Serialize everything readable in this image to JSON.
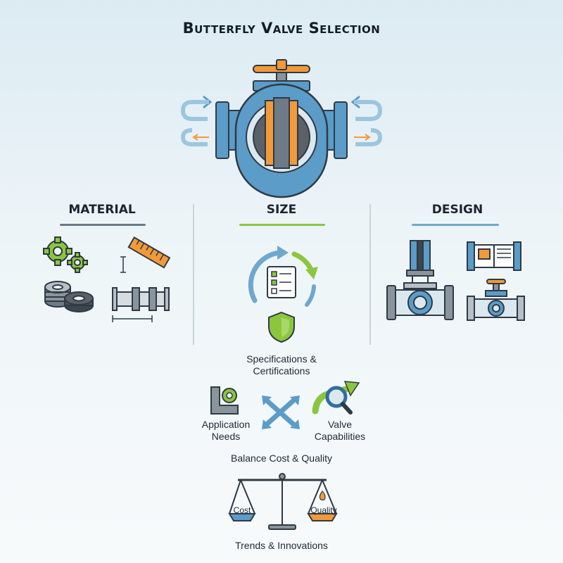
{
  "title": "Butterfly Valve Selection",
  "columns": {
    "material": {
      "label": "MATERIAL",
      "accent": "#6c7a86"
    },
    "size": {
      "label": "SIZE",
      "accent": "#8cc63f"
    },
    "design": {
      "label": "DESIGN",
      "accent": "#6fa8cf"
    }
  },
  "center_flow": {
    "specifications": "Specifications & Certifications",
    "application_needs": "Application Needs",
    "valve_capabilities": "Valve Capabilities",
    "balance": "Balance Cost & Quality",
    "scale_left": "Cost",
    "scale_right": "Quality",
    "trends": "Trends & Innovations"
  },
  "colors": {
    "valve_blue": "#5b9cc8",
    "outline": "#2f3a45",
    "orange": "#f29a3a",
    "green": "#8cc63f",
    "grey": "#8a949c"
  },
  "icons": [
    "valve-icon",
    "gears-icon",
    "ruler-icon",
    "washers-icon",
    "pipe-icon",
    "cycle-arrows-icon",
    "checklist-icon",
    "shield-icon",
    "bracket-icon",
    "cross-arrows-icon",
    "magnifier-icon",
    "scale-icon",
    "gate-valve-icon",
    "schematic-icon"
  ]
}
